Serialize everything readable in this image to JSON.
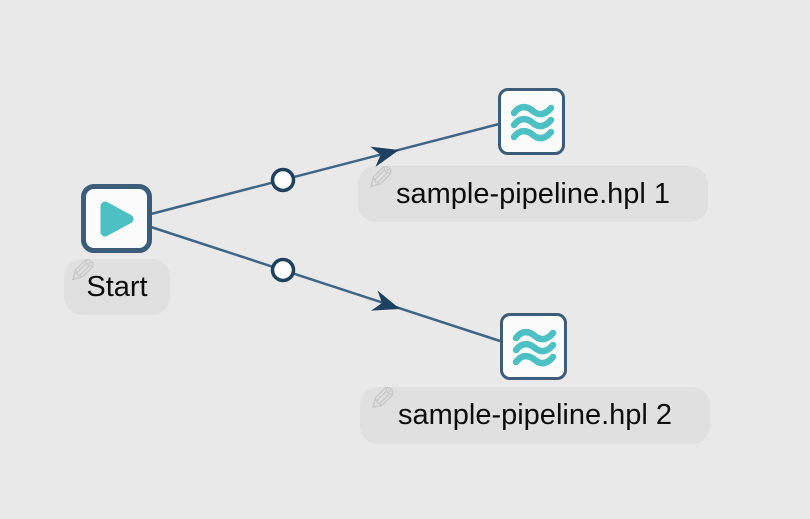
{
  "canvas": {
    "background": "#e9e9e9",
    "type": "workflow-graph"
  },
  "palette": {
    "node_border": "#3c5c78",
    "accent_teal": "#4dc0c4",
    "hop_line": "#3f6587",
    "hop_arrow": "#1e4161",
    "hop_circle_stroke": "#1f415e",
    "label_bubble_bg": "#e0e0e0",
    "label_text": "#0d0d0d",
    "pencil_gray": "#c8c8c8"
  },
  "nodes": [
    {
      "id": "start",
      "label": "Start",
      "icon": "start-play-icon"
    },
    {
      "id": "pipeline-1",
      "label": "sample-pipeline.hpl 1",
      "icon": "pipeline-waves-icon"
    },
    {
      "id": "pipeline-2",
      "label": "sample-pipeline.hpl 2",
      "icon": "pipeline-waves-icon"
    }
  ],
  "hops": [
    {
      "from": "start",
      "to": "pipeline-1"
    },
    {
      "from": "start",
      "to": "pipeline-2"
    }
  ],
  "icons": {
    "edit_pencil": "✎"
  }
}
